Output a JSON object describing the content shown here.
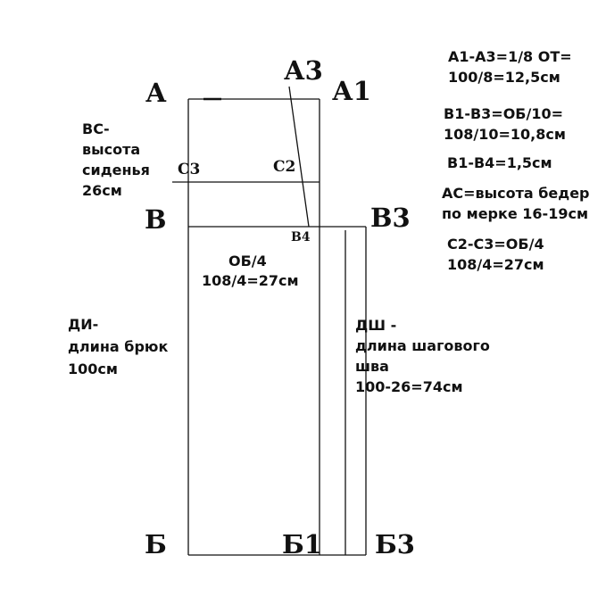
{
  "points": {
    "A": "А",
    "A1": "А1",
    "A3": "А3",
    "C2": "С2",
    "C3": "С3",
    "B": "В",
    "B3": "В3",
    "B4": "В4",
    "Bottom": "Б",
    "Bottom1": "Б1",
    "Bottom3": "Б3"
  },
  "center": {
    "line1": "ОБ/4",
    "line2": "108/4=27см"
  },
  "seat_height": {
    "line1": "ВС-",
    "line2": "высота",
    "line3": "сиденья",
    "line4": "26см"
  },
  "trouser_length": {
    "line1": "ДИ-",
    "line2": "длина брюк",
    "line3": "100см"
  },
  "inseam": {
    "line1": "ДШ -",
    "line2": "длина шагового",
    "line3": "шва",
    "line4": "100-26=74см"
  },
  "formulas": [
    {
      "line1": "А1-А3=1/8 ОТ=",
      "line2": "100/8=12,5см"
    },
    {
      "line1": "В1-В3=ОБ/10=",
      "line2": "108/10=10,8см"
    },
    {
      "line1": "В1-В4=1,5см"
    },
    {
      "line1": "АС=высота бедер",
      "line2": "по мерке 16-19см"
    },
    {
      "line1": "С2-С3=ОБ/4",
      "line2": "108/4=27см"
    }
  ]
}
